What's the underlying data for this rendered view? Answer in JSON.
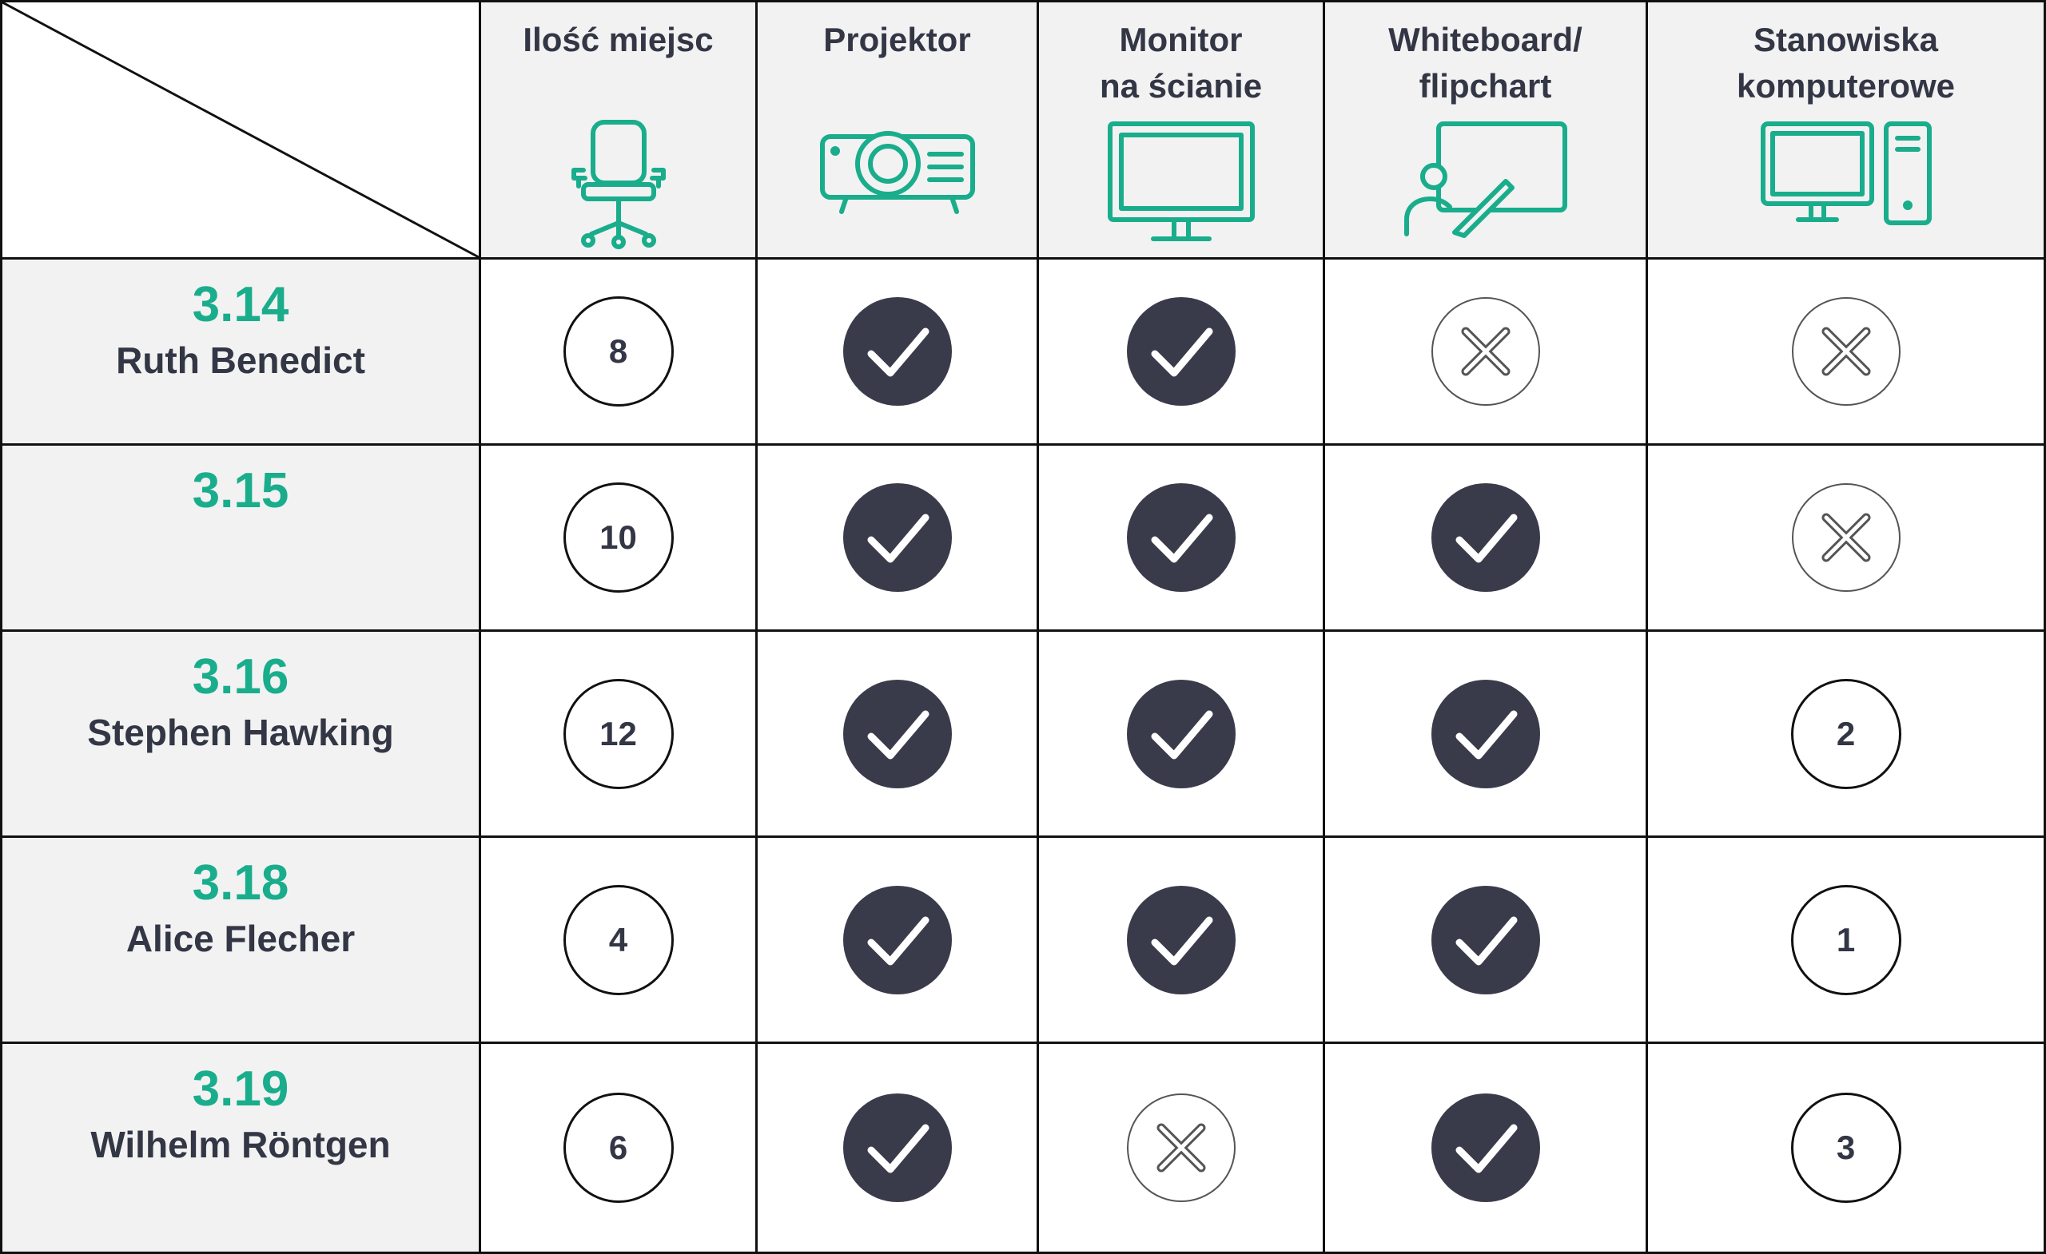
{
  "colors": {
    "accent": "#19ad8c",
    "text_dark": "#333645",
    "check_fill": "#3a3b4a",
    "header_bg": "#f2f2f2",
    "x_stroke": "#555555"
  },
  "columns": [
    {
      "key": "seats",
      "label": "Ilość miejsc",
      "icon": "office-chair-icon"
    },
    {
      "key": "projector",
      "label": "Projektor",
      "icon": "projector-icon"
    },
    {
      "key": "wall_monitor",
      "label": "Monitor\nna ścianie",
      "icon": "monitor-icon"
    },
    {
      "key": "whiteboard",
      "label": "Whiteboard/\nflipchart",
      "icon": "whiteboard-presenter-icon"
    },
    {
      "key": "workstations",
      "label": "Stanowiska\nkomputerowe",
      "icon": "desktop-computer-icon"
    }
  ],
  "rooms": [
    {
      "number": "3.14",
      "name": "Ruth Benedict",
      "seats": "8",
      "projector": "yes",
      "wall_monitor": "yes",
      "whiteboard": "no",
      "workstations": "no"
    },
    {
      "number": "3.15",
      "name": "",
      "seats": "10",
      "projector": "yes",
      "wall_monitor": "yes",
      "whiteboard": "yes",
      "workstations": "no"
    },
    {
      "number": "3.16",
      "name": "Stephen Hawking",
      "seats": "12",
      "projector": "yes",
      "wall_monitor": "yes",
      "whiteboard": "yes",
      "workstations": "2"
    },
    {
      "number": "3.18",
      "name": "Alice Flecher",
      "seats": "4",
      "projector": "yes",
      "wall_monitor": "yes",
      "whiteboard": "yes",
      "workstations": "1"
    },
    {
      "number": "3.19",
      "name": "Wilhelm Röntgen",
      "seats": "6",
      "projector": "yes",
      "wall_monitor": "no",
      "whiteboard": "yes",
      "workstations": "3"
    }
  ]
}
